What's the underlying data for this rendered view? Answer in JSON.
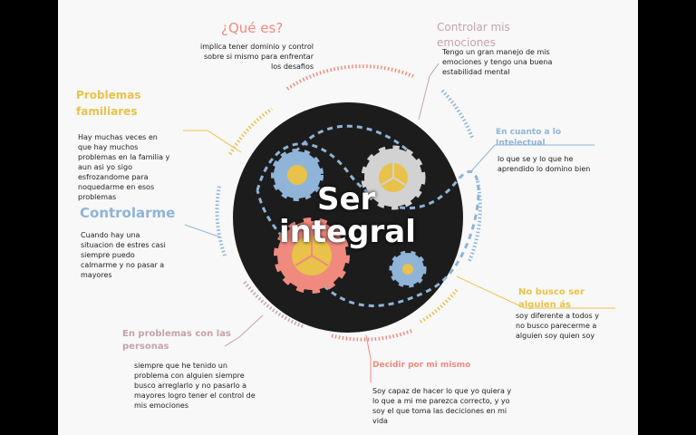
{
  "center": {
    "title_line1": "Ser",
    "title_line2": "integral"
  },
  "sections": [
    {
      "id": "que-es",
      "title": "¿Qué es?",
      "lines": [
        "implica tener dominio y control",
        "sobre si mismo para enfrentar",
        "los desafios"
      ]
    },
    {
      "id": "controlar-emociones",
      "title": "Controlar mis emociones",
      "lines": [
        "Tengo un gran manejo de mis",
        "emociones y tengo una buena",
        "estabilidad mental"
      ]
    },
    {
      "id": "intelectual",
      "title": "En cuanto a lo Intelectual",
      "lines": [
        "lo que se y lo que he",
        "aprendido lo domino bien"
      ]
    },
    {
      "id": "no-busco",
      "title": "No busco ser alguien ás",
      "lines": [
        "soy diferente a todos y",
        "no busco parecerme a",
        "alguien soy quien soy"
      ]
    },
    {
      "id": "decidir",
      "title": "Decidir por mi mismo",
      "lines": [
        "Soy capaz de hacer lo que yo quiera y",
        "lo que a mi me parezca correcto, y yo",
        "soy el que toma las deciciones en mi",
        "vida"
      ]
    },
    {
      "id": "problemas-personas",
      "title": "En problemas con las personas",
      "lines": [
        "siempre que he tenido un",
        "problema con alguien siempre",
        "busco arreglarlo y no pasarlo a",
        "mayores logro tener el control de",
        "mis emociones"
      ]
    },
    {
      "id": "controlarme",
      "title": "Controlarme",
      "lines": [
        "Cuando hay una",
        "situacion de estres casi",
        "siempre puedo",
        "calmarme y no pasar a",
        "mayores"
      ]
    },
    {
      "id": "problemas-familiares",
      "title": "Problemas familiares",
      "lines": [
        "Hay muchas veces en",
        "que hay muchos",
        "problemas en la familia y",
        "aun asi yo sigo",
        "esfrozandome para",
        "noquedarme en esos",
        "problemas"
      ]
    }
  ],
  "colors": {
    "salmon": "#f08a7e",
    "gold": "#e8c24a",
    "blue": "#8fb4d8",
    "mauve": "#c4a3a8",
    "disk": "#1c1c1c",
    "gear_grey": "#d2d2d2"
  }
}
